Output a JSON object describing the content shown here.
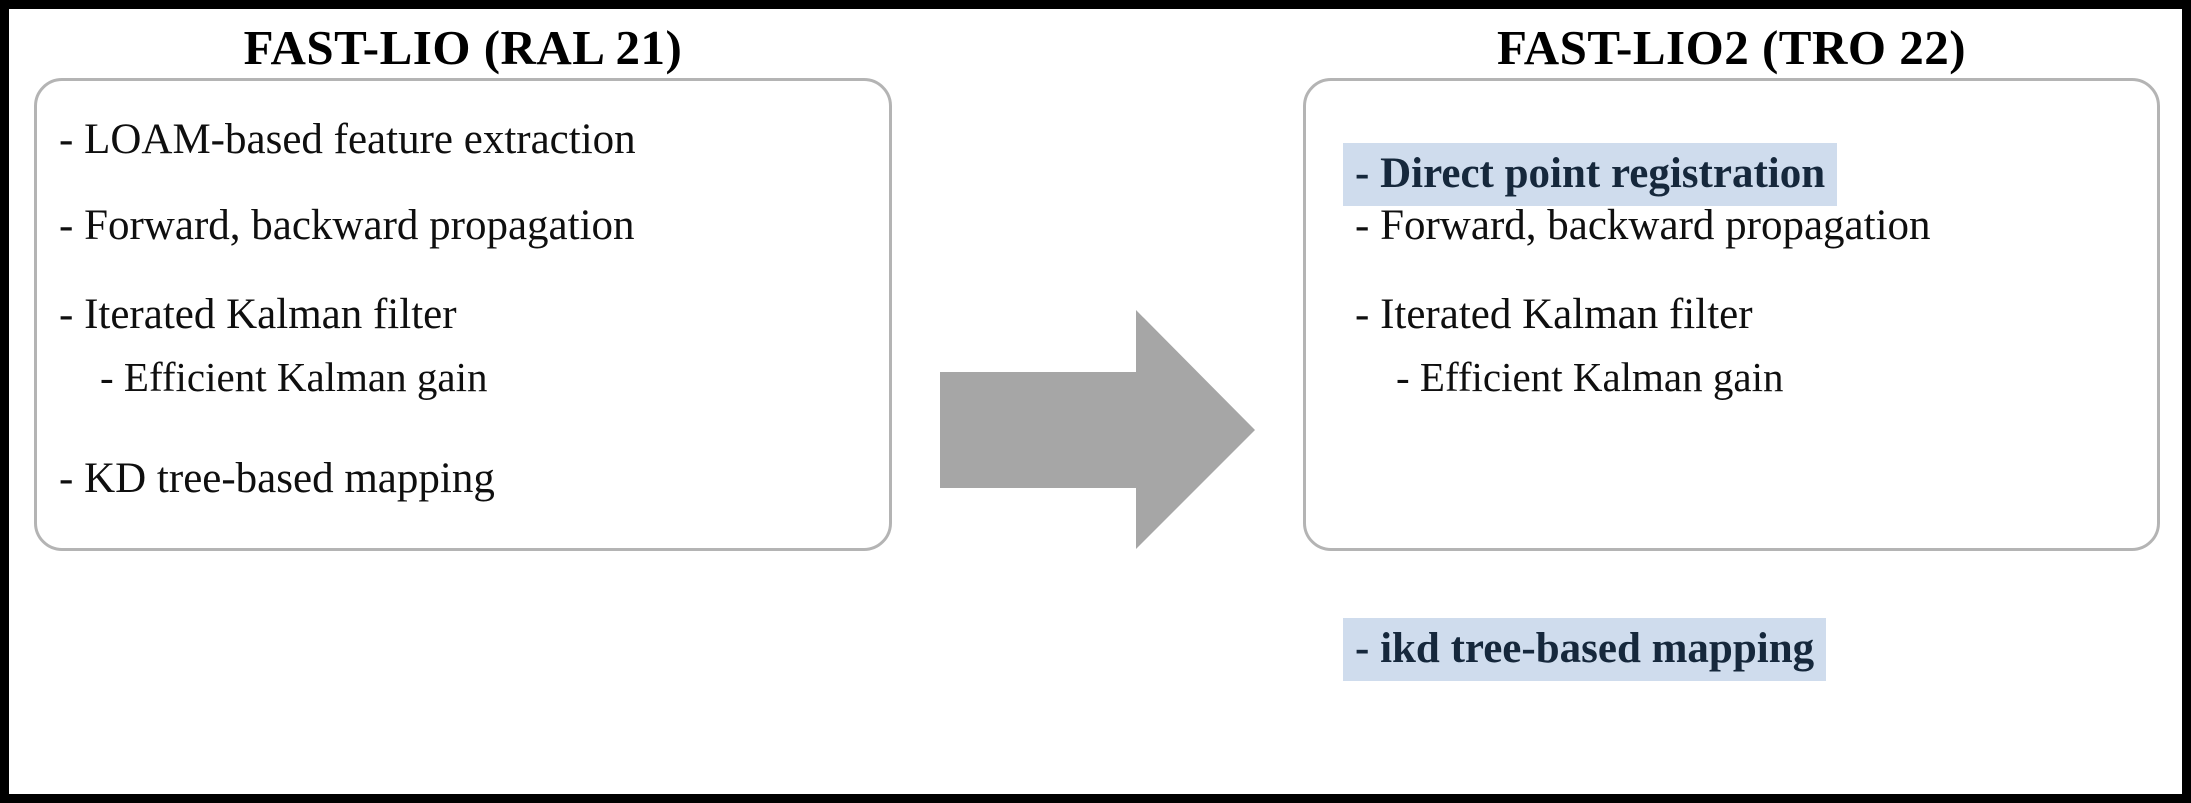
{
  "figure": {
    "type": "comparison-diagram",
    "arrow": {
      "name": "right-arrow",
      "direction": "right",
      "color": "#a6a6a6"
    },
    "colors": {
      "highlight_background": "#cfdced",
      "highlight_text": "#16283c",
      "box_border": "#b4b4b4",
      "text": "#0f0f0f",
      "frame": "#000000",
      "background": "#ffffff"
    }
  },
  "panels": [
    {
      "id": "fast-lio",
      "title": "FAST-LIO (RAL 21)",
      "bullets": [
        {
          "text": "- LOAM-based feature extraction",
          "level": 1,
          "highlight": false
        },
        {
          "text": "- Forward, backward propagation",
          "level": 1,
          "highlight": false
        },
        {
          "text": "- Iterated Kalman filter",
          "level": 1,
          "highlight": false
        },
        {
          "text": "- Efficient Kalman gain",
          "level": 2,
          "highlight": false
        },
        {
          "text": "- KD tree-based mapping",
          "level": 1,
          "highlight": false
        }
      ]
    },
    {
      "id": "fast-lio2",
      "title": "FAST-LIO2 (TRO 22)",
      "bullets": [
        {
          "text": "- Direct point registration",
          "level": 1,
          "highlight": true
        },
        {
          "text": "- Forward, backward propagation",
          "level": 1,
          "highlight": false
        },
        {
          "text": "- Iterated Kalman filter",
          "level": 1,
          "highlight": false
        },
        {
          "text": "- Efficient Kalman gain",
          "level": 2,
          "highlight": false
        },
        {
          "text": "- ikd tree-based mapping",
          "level": 1,
          "highlight": true
        }
      ]
    }
  ]
}
